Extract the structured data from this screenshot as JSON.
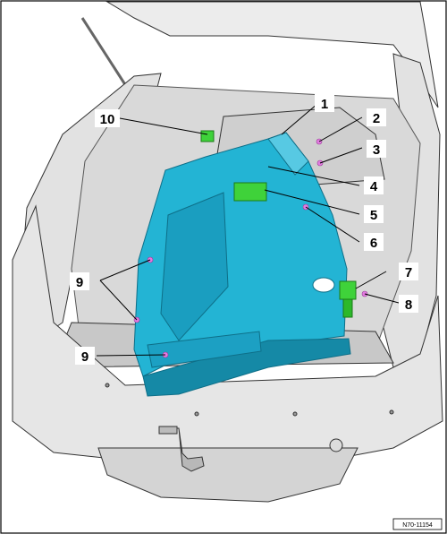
{
  "figure": {
    "reference_code": "N70-11154",
    "callouts": [
      {
        "id": "c1",
        "label": "1"
      },
      {
        "id": "c2",
        "label": "2"
      },
      {
        "id": "c3",
        "label": "3"
      },
      {
        "id": "c4",
        "label": "4"
      },
      {
        "id": "c5",
        "label": "5"
      },
      {
        "id": "c6",
        "label": "6"
      },
      {
        "id": "c7",
        "label": "7"
      },
      {
        "id": "c8",
        "label": "8"
      },
      {
        "id": "c9a",
        "label": "9"
      },
      {
        "id": "c9b",
        "label": "9"
      },
      {
        "id": "c10",
        "label": "10"
      }
    ],
    "colors": {
      "trim_panel": "#23b4d4",
      "trim_panel_dark": "#1589a6",
      "clip_green": "#3fd23a",
      "fastener_magenta": "#e27be0",
      "car_body": "#e2e2e2",
      "outline": "#333333"
    }
  }
}
